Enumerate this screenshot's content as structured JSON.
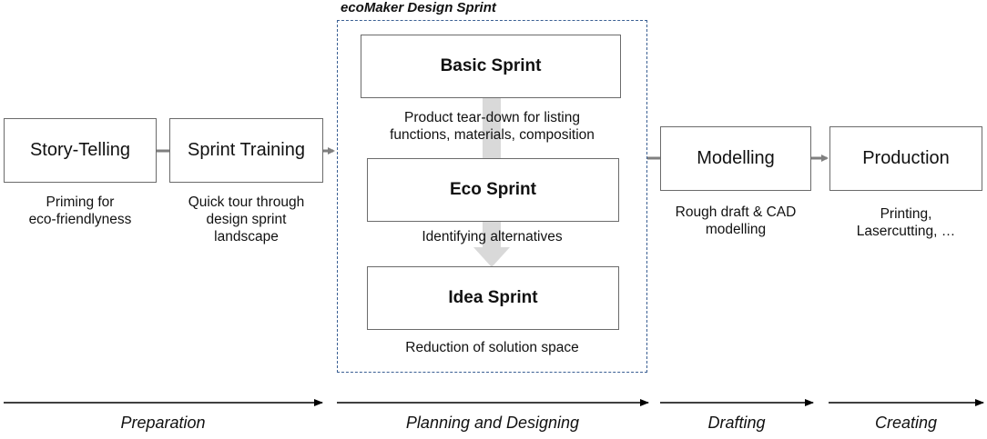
{
  "group": {
    "title": "ecoMaker Design Sprint"
  },
  "steps": {
    "story_telling": {
      "label": "Story-Telling",
      "caption": [
        "Priming  for",
        "eco-friendlyness"
      ]
    },
    "sprint_training": {
      "label": "Sprint Training",
      "caption": [
        "Quick tour through",
        "design sprint",
        "landscape"
      ]
    },
    "basic_sprint": {
      "label": "Basic Sprint",
      "caption": [
        "Product tear-down for listing",
        "functions, materials, composition"
      ]
    },
    "eco_sprint": {
      "label": "Eco Sprint",
      "caption": [
        "Identifying alternatives"
      ]
    },
    "idea_sprint": {
      "label": "Idea Sprint",
      "caption": [
        "Reduction of solution space"
      ]
    },
    "modelling": {
      "label": "Modelling",
      "caption": [
        "Rough draft & CAD",
        "modelling"
      ]
    },
    "production": {
      "label": "Production",
      "caption": [
        "Printing,",
        "Lasercutting, …"
      ]
    }
  },
  "phases": {
    "preparation": "Preparation",
    "planning": "Planning and Designing",
    "drafting": "Drafting",
    "creating": "Creating"
  },
  "colors": {
    "box_border": "#6b6b6b",
    "connector": "#7f7f7f",
    "inner_arrow": "#d9d9d9",
    "group_border": "#3a5f93",
    "timeline": "#000000"
  }
}
